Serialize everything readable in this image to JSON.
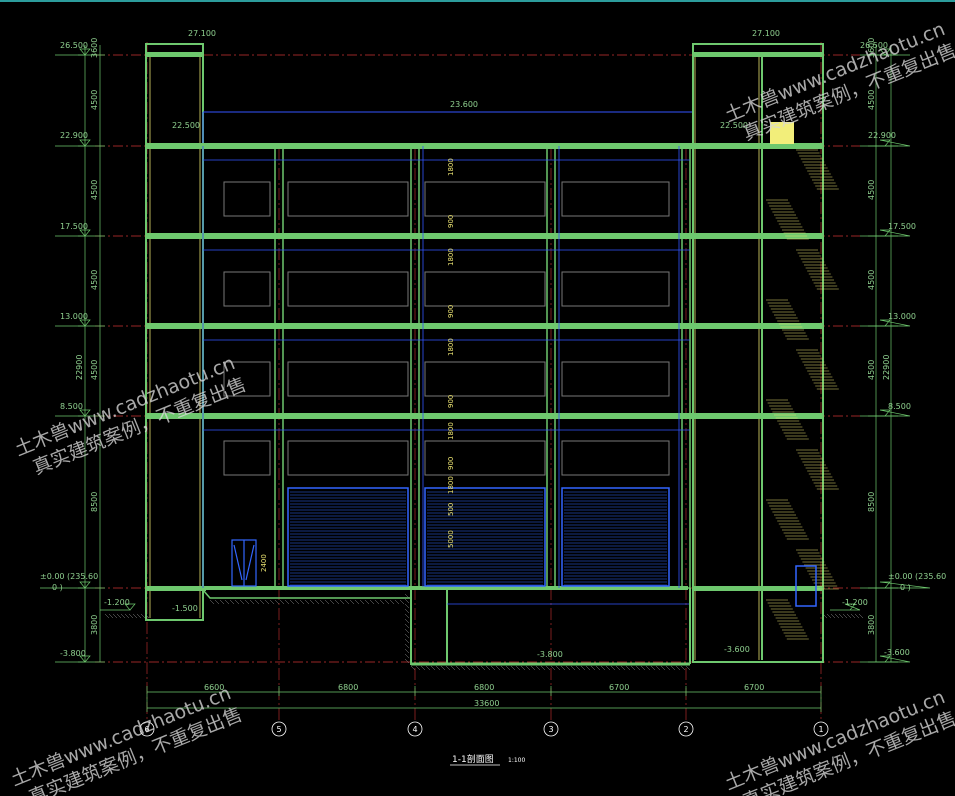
{
  "elevations": {
    "e26500": "26.500",
    "e27100": "27.100",
    "e23600": "23.600",
    "e22900": "22.900",
    "e22500": "22.500",
    "e17500": "17.500",
    "e13000": "13.000",
    "e8500": "8.500",
    "e000": "±0.00 (235.60",
    "e000b": "0 )",
    "em1200": "-1.200",
    "em1500": "-1.500",
    "em3800": "-3.800",
    "em3600": "-3.600"
  },
  "dims_left": [
    "3600",
    "4500",
    "4500",
    "22900",
    "4500",
    "4500",
    "8500",
    "3800"
  ],
  "dims_right": [
    "3600",
    "4500",
    "4500",
    "22900",
    "4500",
    "4500",
    "8500",
    "3800"
  ],
  "dims_inner": [
    "1800",
    "900",
    "1800",
    "900",
    "1800",
    "900",
    "1800",
    "900",
    "1800",
    "500",
    "5000"
  ],
  "door_dim": "2400",
  "bottom_dims": [
    "6600",
    "6800",
    "6800",
    "6700",
    "6700"
  ],
  "total_dim": "33600",
  "axes": [
    "6",
    "5",
    "4",
    "3",
    "2",
    "1"
  ],
  "title": "1-1剖面图",
  "scale": "1:100",
  "watermark": [
    "土木兽www.cadzhaotu.cn",
    "真实建筑案例，不重复出售"
  ]
}
